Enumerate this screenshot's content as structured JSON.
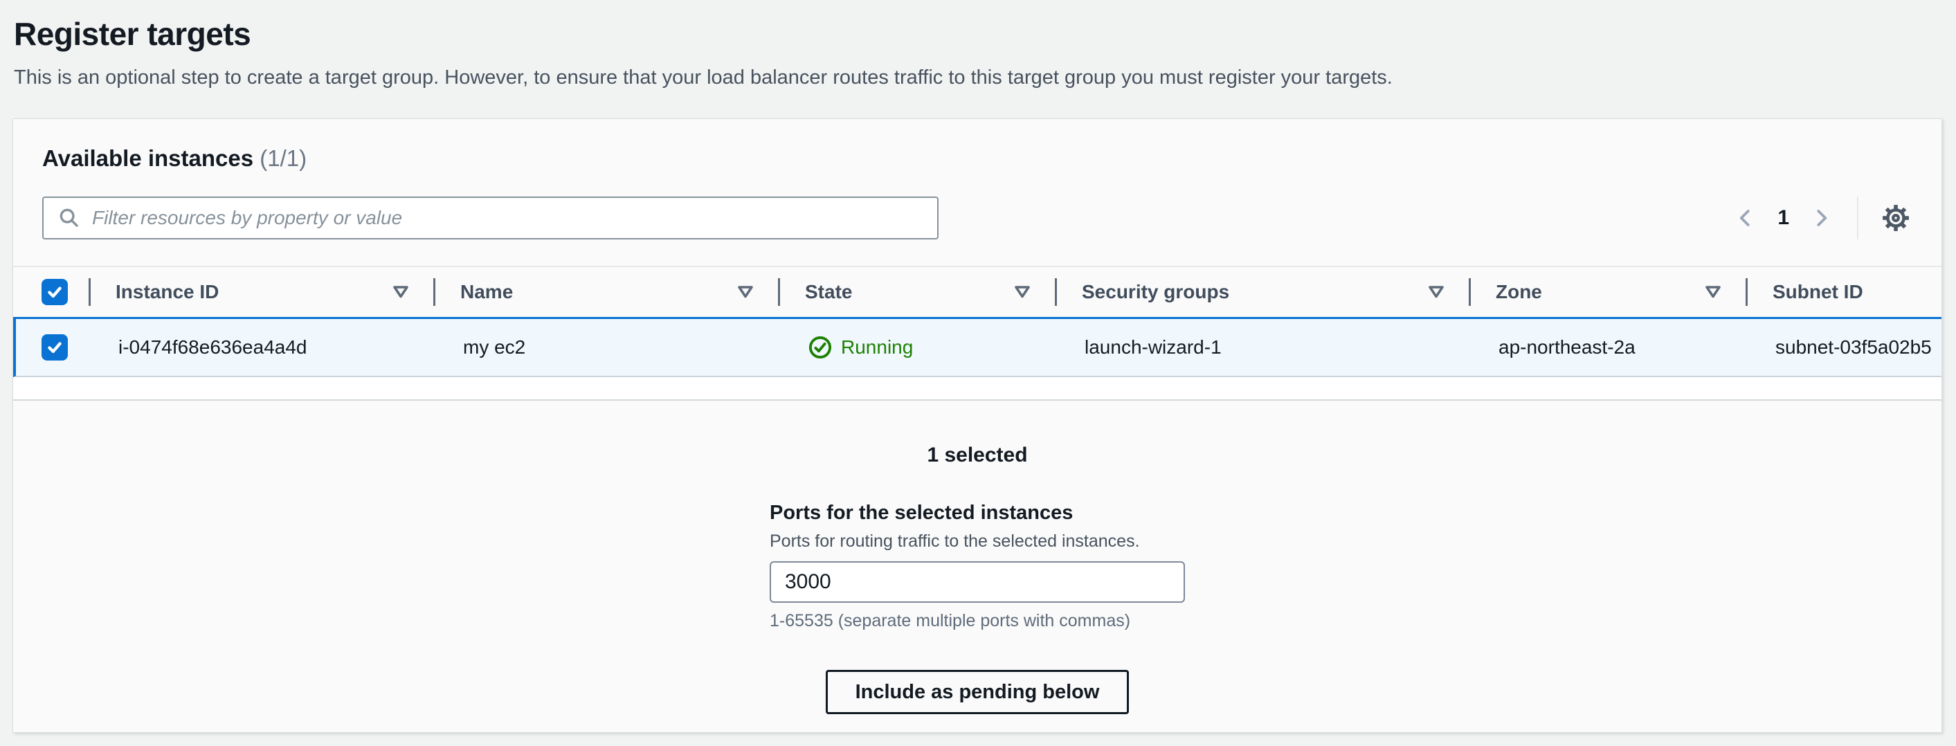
{
  "page": {
    "title": "Register targets",
    "description": "This is an optional step to create a target group. However, to ensure that your load balancer routes traffic to this target group you must register your targets."
  },
  "panel": {
    "title": "Available instances",
    "count": "(1/1)",
    "filter": {
      "placeholder": "Filter resources by property or value",
      "value": ""
    },
    "pagination": {
      "current_page": "1"
    },
    "icons": {
      "search": "search-icon",
      "prev": "chevron-left-icon",
      "next": "chevron-right-icon",
      "settings": "gear-icon",
      "column_filter": "filter-caret-icon"
    }
  },
  "table": {
    "columns": [
      "Instance ID",
      "Name",
      "State",
      "Security groups",
      "Zone",
      "Subnet ID"
    ],
    "rows": [
      {
        "selected": true,
        "instance_id": "i-0474f68e636ea4a4d",
        "name": "my ec2",
        "state": "Running",
        "state_icon": "check-circle-icon",
        "security_groups": "launch-wizard-1",
        "zone": "ap-northeast-2a",
        "subnet_id": "subnet-03f5a02b5"
      }
    ]
  },
  "footer": {
    "selected_summary": "1 selected",
    "ports_label": "Ports for the selected instances",
    "ports_description": "Ports for routing traffic to the selected instances.",
    "ports_value": "3000",
    "ports_hint": "1-65535 (separate multiple ports with commas)",
    "include_button": "Include as pending below"
  },
  "colors": {
    "accent_blue": "#0972d3",
    "success_green": "#1d8102",
    "selected_row_bg": "#f0f8fd",
    "page_bg": "#f1f2f2",
    "card_bg": "#fafafa"
  }
}
